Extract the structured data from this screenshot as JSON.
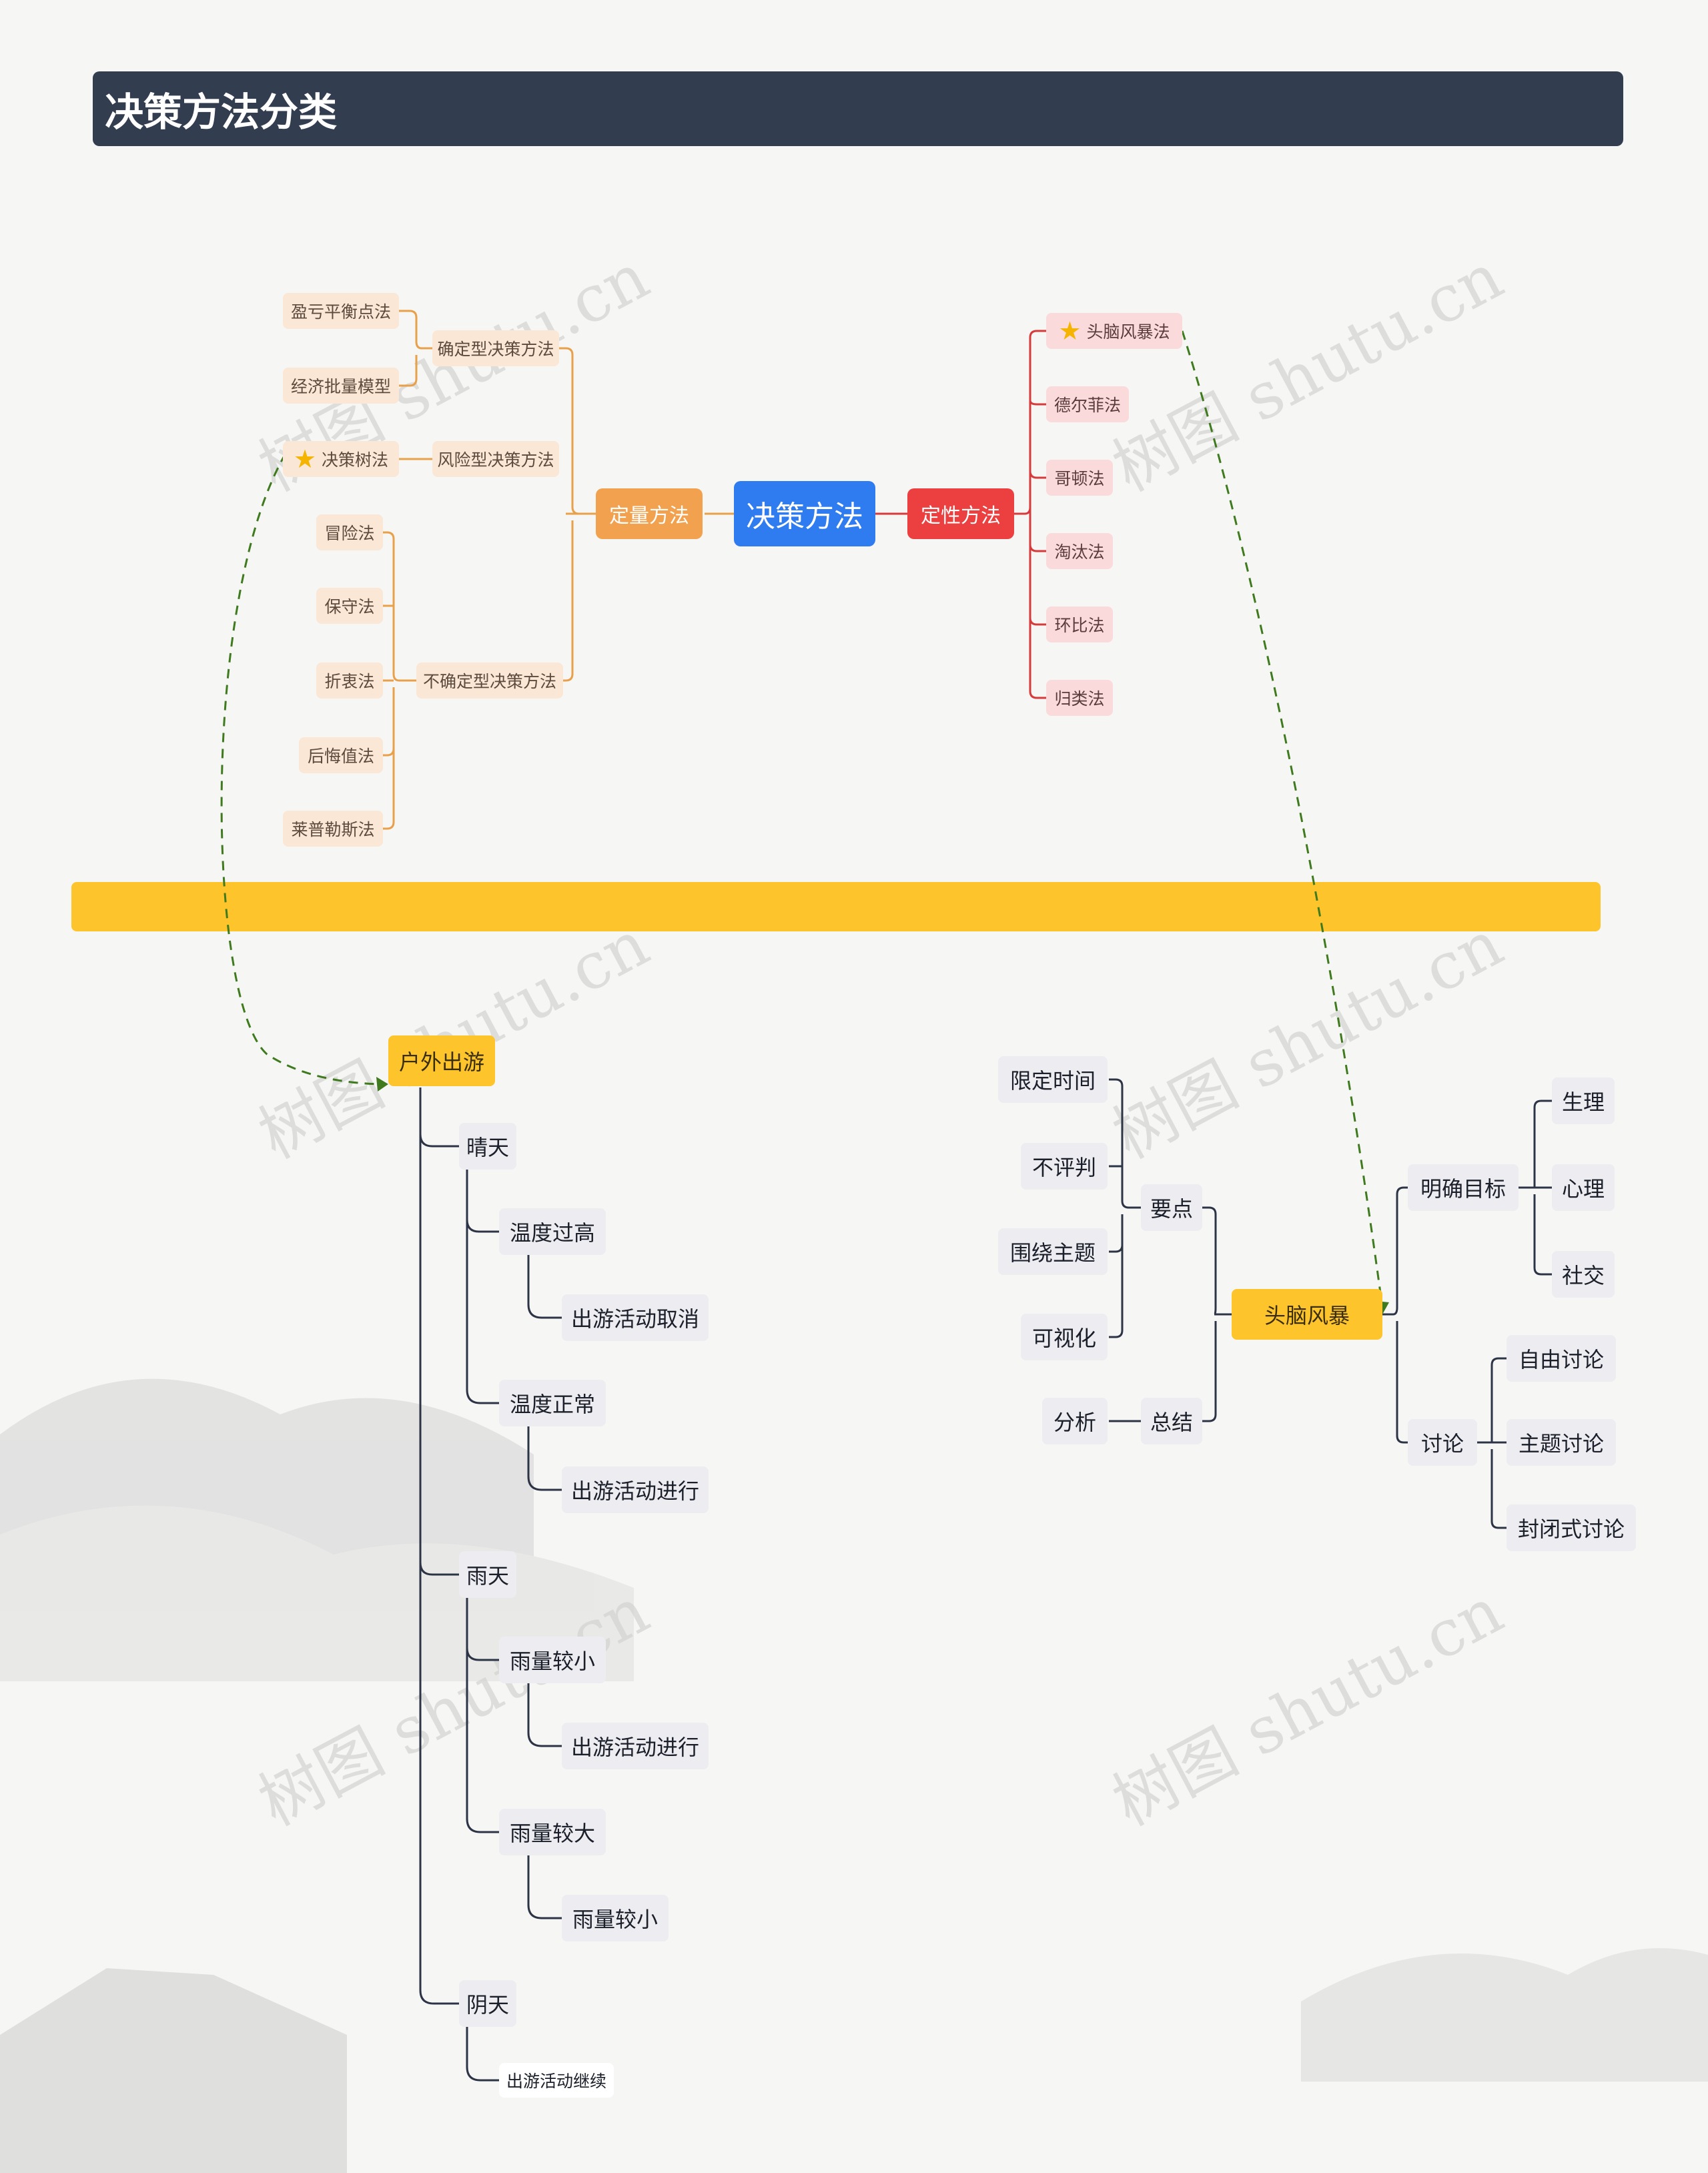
{
  "title": "决策方法分类",
  "watermark": "树图 shutu.cn",
  "colors": {
    "title_bg": "#323d50",
    "divider": "#fdc42c",
    "quant_branch": "#e8a04a",
    "qual_branch": "#d63a3a",
    "tree_lines": "#2c3446",
    "dashed_link": "#3f7a1e"
  },
  "top_map": {
    "center": "决策方法",
    "left_branch": {
      "label": "定量方法",
      "groups": [
        {
          "label": "确定型决策方法",
          "items": [
            "盈亏平衡点法",
            "经济批量模型"
          ]
        },
        {
          "label": "风险型决策方法",
          "items": [
            "决策树法"
          ],
          "starred_item": "决策树法"
        },
        {
          "label": "不确定型决策方法",
          "items": [
            "冒险法",
            "保守法",
            "折衷法",
            "后悔值法",
            "莱普勒斯法"
          ]
        }
      ]
    },
    "right_branch": {
      "label": "定性方法",
      "items": [
        "头脑风暴法",
        "德尔菲法",
        "哥顿法",
        "淘汰法",
        "环比法",
        "归类法"
      ],
      "starred_item": "头脑风暴法"
    }
  },
  "outdoor_tree": {
    "root": "户外出游",
    "children": [
      {
        "label": "晴天",
        "children": [
          {
            "label": "温度过高",
            "children": [
              "出游活动取消"
            ]
          },
          {
            "label": "温度正常",
            "children": [
              "出游活动进行"
            ]
          }
        ]
      },
      {
        "label": "雨天",
        "children": [
          {
            "label": "雨量较小",
            "children": [
              "出游活动进行"
            ]
          },
          {
            "label": "雨量较大",
            "children": [
              "雨量较小"
            ]
          }
        ]
      },
      {
        "label": "阴天",
        "children": [
          "出游活动继续"
        ]
      }
    ]
  },
  "brainstorm_tree": {
    "root": "头脑风暴",
    "left": [
      {
        "label": "要点",
        "children": [
          "限定时间",
          "不评判",
          "围绕主题",
          "可视化"
        ]
      },
      {
        "label": "总结",
        "children": [
          "分析"
        ]
      }
    ],
    "right": [
      {
        "label": "明确目标",
        "children": [
          "生理",
          "心理",
          "社交"
        ]
      },
      {
        "label": "讨论",
        "children": [
          "自由讨论",
          "主题讨论",
          "封闭式讨论"
        ]
      }
    ]
  }
}
